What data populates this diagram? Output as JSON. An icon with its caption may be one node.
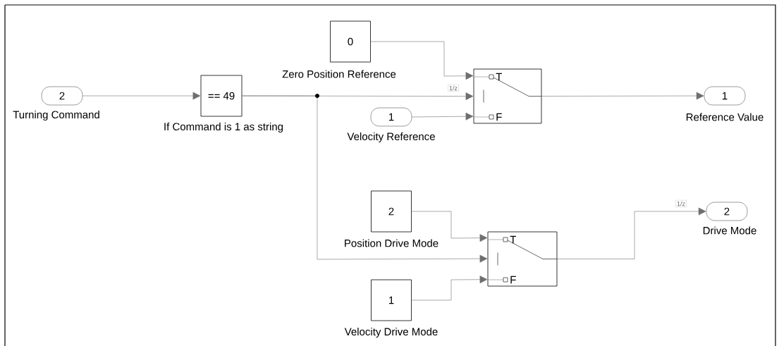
{
  "diagram": {
    "nodes": [
      {
        "text": [
          "2"
        ],
        "beside": [
          "Turning Command"
        ]
      },
      {
        "text": [
          "== 49"
        ],
        "beside": [
          "If Command is 1 as string"
        ]
      },
      {
        "text": [
          "0"
        ],
        "beside": [
          "Zero Position Reference"
        ]
      },
      {
        "text": [
          "1"
        ],
        "beside": [
          "Velocity Reference"
        ]
      },
      {
        "text": [
          "T",
          "F"
        ]
      },
      {
        "text": [
          "1"
        ],
        "beside": [
          "Reference Value"
        ]
      },
      {
        "text": [
          "2"
        ],
        "beside": [
          "Position Drive Mode"
        ]
      },
      {
        "text": [
          "1"
        ],
        "beside": [
          "Velocity Drive Mode"
        ]
      },
      {
        "text": [
          "T",
          "F"
        ]
      },
      {
        "text": [
          "2"
        ],
        "beside": [
          "Drive Mode"
        ]
      }
    ],
    "edges": [
      {
        "from": 0,
        "to": 1,
        "arrow": "to"
      },
      {
        "from": 1,
        "to": 4,
        "arrow": "to",
        "label": "1/z"
      },
      {
        "from": 1,
        "to": 8,
        "arrow": "to"
      },
      {
        "from": 2,
        "to": 4,
        "arrow": "to"
      },
      {
        "from": 3,
        "to": 4,
        "arrow": "to"
      },
      {
        "from": 4,
        "to": 5,
        "arrow": "to"
      },
      {
        "from": 6,
        "to": 8,
        "arrow": "to"
      },
      {
        "from": 7,
        "to": 8,
        "arrow": "to"
      },
      {
        "from": 8,
        "to": 9,
        "arrow": "to",
        "label": "1/z"
      }
    ]
  }
}
